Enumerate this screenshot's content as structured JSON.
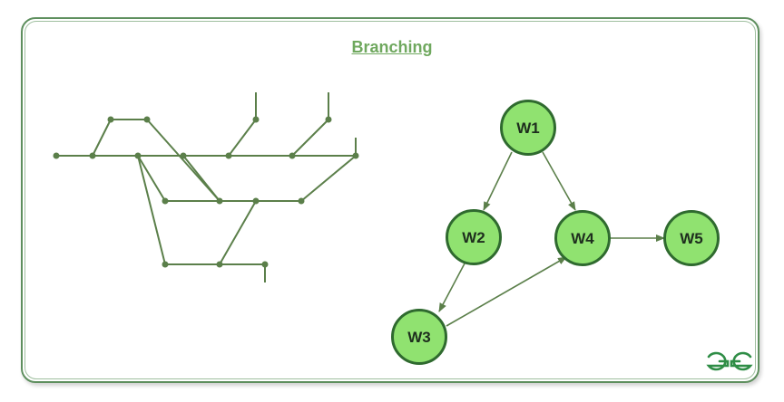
{
  "title": "Branching",
  "logo_text": "GG",
  "colors": {
    "line": "#5b7f4a",
    "node_fill": "#90e270",
    "node_stroke": "#2f6a2f",
    "title": "#6fa85e",
    "logo": "#2f8d46"
  },
  "nodes": [
    {
      "id": "W1",
      "label": "W1"
    },
    {
      "id": "W2",
      "label": "W2"
    },
    {
      "id": "W3",
      "label": "W3"
    },
    {
      "id": "W4",
      "label": "W4"
    },
    {
      "id": "W5",
      "label": "W5"
    }
  ],
  "edges": [
    {
      "from": "W1",
      "to": "W2"
    },
    {
      "from": "W1",
      "to": "W4"
    },
    {
      "from": "W2",
      "to": "W3"
    },
    {
      "from": "W3",
      "to": "W4"
    },
    {
      "from": "W4",
      "to": "W5"
    }
  ]
}
